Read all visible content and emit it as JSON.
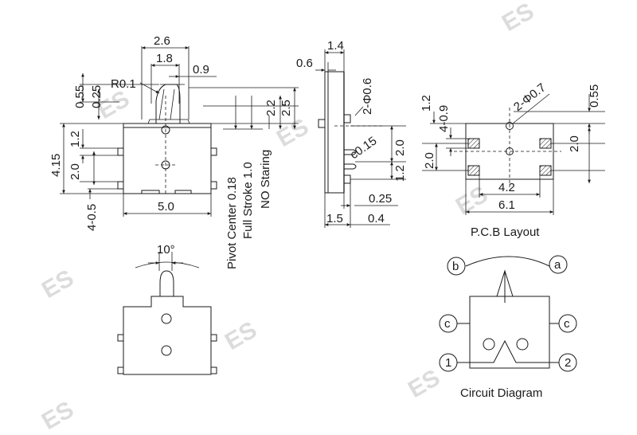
{
  "watermark": "ES",
  "front_view": {
    "dims": {
      "w_2_6": "2.6",
      "w_1_8": "1.8",
      "d_0_9": "0.9",
      "r_0_1": "R0.1",
      "v_0_55": "0.55",
      "v_0_25": "0.25",
      "v_4_15": "4.15",
      "v_1_2": "1.2",
      "v_2_0": "2.0",
      "v_4_0_5": "4-0.5",
      "w_5_0": "5.0",
      "v_2_5": "2.5",
      "v_2_2": "2.2"
    },
    "labels": {
      "pivot_center": "Pivot Center  0.18",
      "full_stroke": "Full Stroke 1.0",
      "no_staring": "NO Staring"
    }
  },
  "side_view": {
    "dims": {
      "w_1_4": "1.4",
      "w_0_6": "0.6",
      "phi_0_6": "2-Φ0.6",
      "c_0_15": "c0.15",
      "v_2_0": "2.0",
      "v_1_2": "1.2",
      "w_0_25": "0.25",
      "w_1_5": "1.5",
      "w_0_4": "0.4"
    }
  },
  "pcb_layout": {
    "title": "P.C.B Layout",
    "dims": {
      "v_1_2": "1.2",
      "v_4_0_9": "4-0.9",
      "phi_0_7": "2-Φ0.7",
      "v_0_55": "0.55",
      "v_2_0_right": "2.0",
      "v_2_0_left": "2.0",
      "w_4_2": "4.2",
      "w_6_1": "6.1"
    }
  },
  "actuated_view": {
    "angle": "10°"
  },
  "circuit_diagram": {
    "title": "Circuit Diagram",
    "terminals": {
      "a": "a",
      "b": "b",
      "c_left": "c",
      "c_right": "c",
      "t1": "1",
      "t2": "2"
    }
  }
}
